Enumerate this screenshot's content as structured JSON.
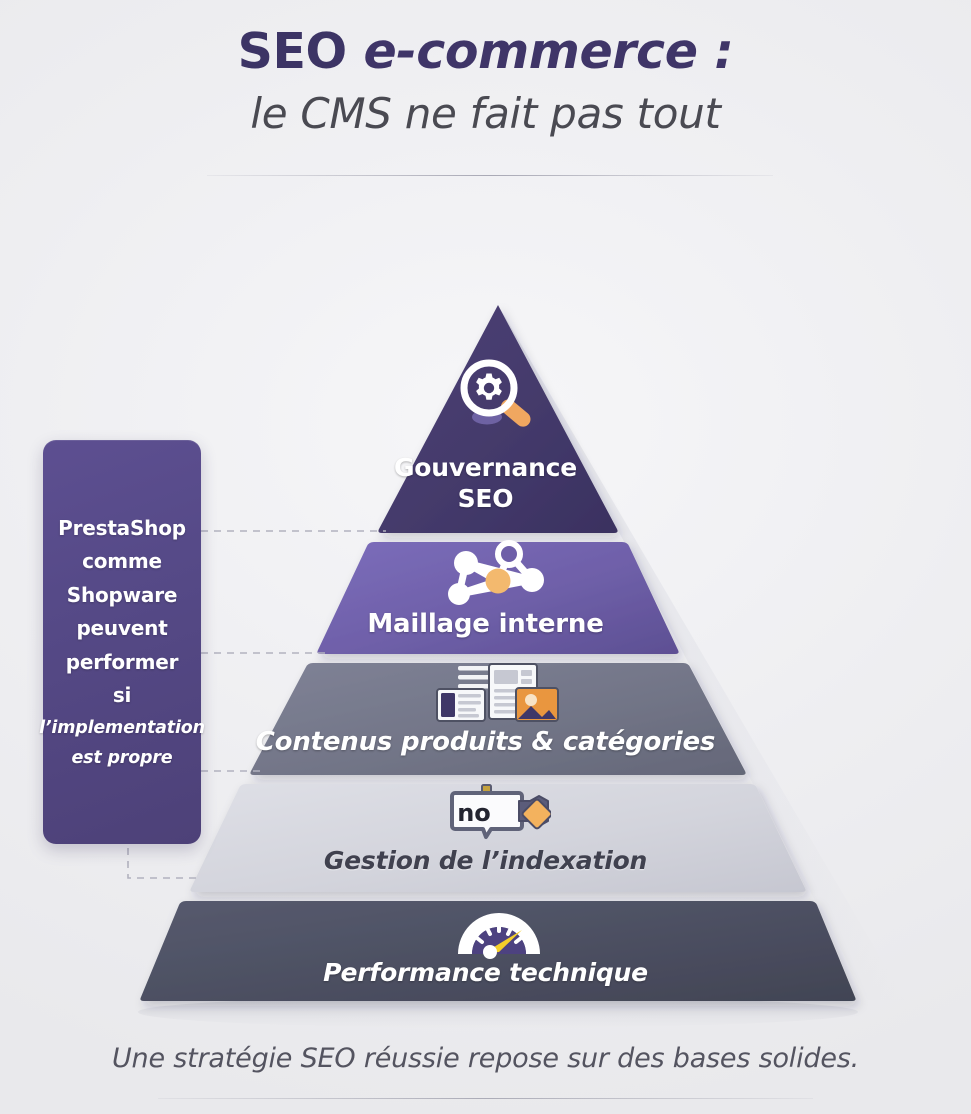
{
  "header": {
    "title_bold": "SEO ",
    "title_italic": "e-commerce :",
    "subtitle": "le CMS ne fait pas tout"
  },
  "pyramid": {
    "tiers": [
      {
        "id": "gouvernance",
        "label": "Gouvernance SEO",
        "label_line1": "Gouvernance",
        "label_line2": "SEO",
        "color": "#443a6b",
        "icon": "magnifier-gear-icon",
        "text_color": "#ffffff"
      },
      {
        "id": "maillage",
        "label": "Maillage interne",
        "color": "#6e5fa8",
        "icon": "network-nodes-icon",
        "text_color": "#ffffff"
      },
      {
        "id": "contenus",
        "label": "Contenus produits & catégories",
        "color": "#727587",
        "icon": "documents-icon",
        "text_color": "#ffffff"
      },
      {
        "id": "indexation",
        "label": "Gestion de l’indexation",
        "color": "#d3d4dc",
        "icon": "noindex-tag-icon",
        "text_color": "#40414f"
      },
      {
        "id": "performance",
        "label": "Performance technique",
        "color": "#4c4f61",
        "icon": "speedometer-icon",
        "text_color": "#ffffff"
      }
    ]
  },
  "callout": {
    "lines": [
      {
        "text": "PrestaShop",
        "italic": false
      },
      {
        "text": "comme",
        "italic": false
      },
      {
        "text": "Shopware",
        "italic": false
      },
      {
        "text": "peuvent",
        "italic": false
      },
      {
        "text": "performer",
        "italic": false
      },
      {
        "text": "si",
        "italic": false
      },
      {
        "text": "l’implementation",
        "italic": true
      },
      {
        "text": "est propre",
        "italic": true
      }
    ]
  },
  "footer": {
    "caption": "Une stratégie SEO réussie repose sur des bases solides."
  },
  "colors": {
    "background": "#f1f1f3",
    "title": "#3c3465",
    "subtitle": "#4a4a52",
    "accent_orange": "#f0a760",
    "accent_yellow": "#f4cf2a",
    "callout_purple": "#544888",
    "connector": "#b9b9c4"
  }
}
